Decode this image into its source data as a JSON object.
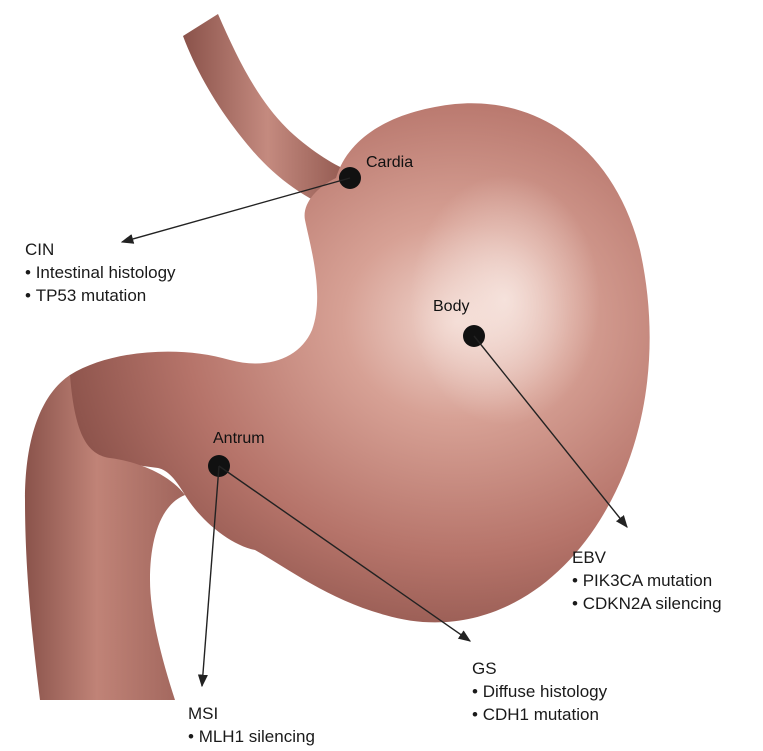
{
  "regions": {
    "cardia": "Cardia",
    "body": "Body",
    "antrum": "Antrum"
  },
  "subtypes": {
    "cin": {
      "title": "CIN",
      "features": [
        "Intestinal histology",
        "TP53 mutation"
      ]
    },
    "ebv": {
      "title": "EBV",
      "features": [
        "PIK3CA mutation",
        "CDKN2A silencing"
      ]
    },
    "gs": {
      "title": "GS",
      "features": [
        "Diffuse histology",
        "CDH1 mutation"
      ]
    },
    "msi": {
      "title": "MSI",
      "features": [
        "MLH1 silencing"
      ]
    }
  },
  "colors": {
    "stomach_base": "#b9786e",
    "stomach_highlight": "#e9c6bc",
    "stomach_shadow": "#7a4640",
    "marker": "#111111",
    "arrow": "#222222"
  }
}
